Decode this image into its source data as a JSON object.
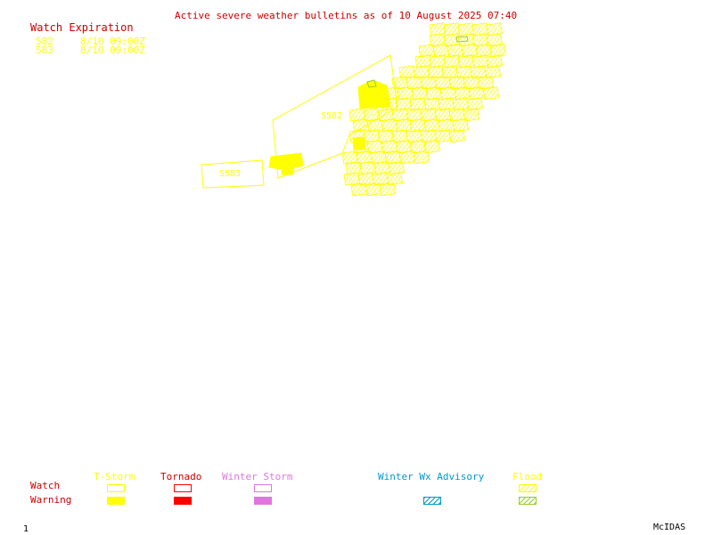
{
  "title": "Active severe weather bulletins as of 10 August 2025 07:40",
  "watch_expiration": {
    "heading": "Watch Expiration",
    "entries": [
      {
        "id": "582",
        "time": "8/10 09:00Z"
      },
      {
        "id": "583",
        "time": "8/10 09:00Z"
      }
    ]
  },
  "map_labels": {
    "watch_582": "S582",
    "watch_583": "S583"
  },
  "legend": {
    "row_watch": "Watch",
    "row_warning": "Warning",
    "columns": [
      {
        "label": "T-Storm",
        "color": "#ffff00"
      },
      {
        "label": "Tornado",
        "color": "#ff0000"
      },
      {
        "label": "Winter Storm",
        "color": "#dd77dd"
      },
      {
        "label": "Winter Wx Advisory",
        "color": "#0099cc"
      },
      {
        "label": "Flood",
        "color": "#99cc33"
      }
    ]
  },
  "footer": {
    "frame": "1",
    "brand": "McIDAS"
  },
  "colors": {
    "title": "#cc0000",
    "thunderstorm": "#ffff00",
    "tornado": "#ff0000",
    "winter_storm": "#dd77dd",
    "winter_advisory": "#0099cc",
    "flood": "#99cc33"
  }
}
